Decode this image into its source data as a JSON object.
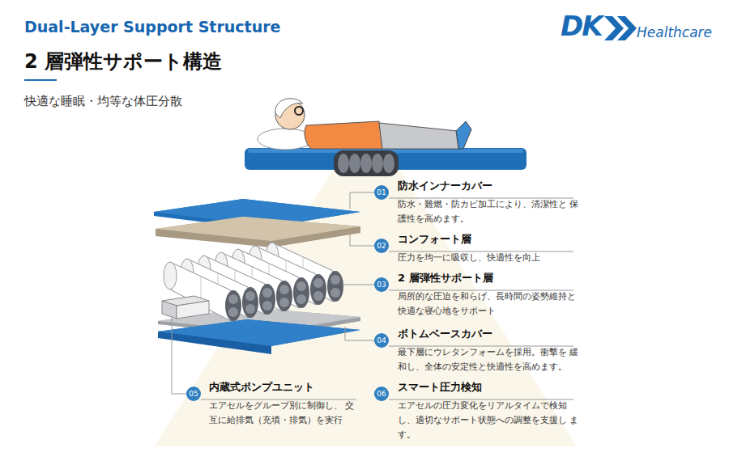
{
  "diagram": {
    "title": "2 層弾性サポート構造",
    "nodes": [
      {
        "text": [
          "01",
          "防水インナーカバー",
          "防水・難燃・防カビ加工により、清潔性と 保護性を高めます。"
        ]
      },
      {
        "text": [
          "02",
          "コンフォート層",
          "圧力を均一に吸収し、快適性を向上"
        ]
      },
      {
        "text": [
          "03",
          "2 層弾性サポート層",
          "局所的な圧迫を和らげ、長時間の姿勢維持と 快適な寝心地をサポート"
        ]
      },
      {
        "text": [
          "04",
          "ボトムベースカバー",
          "最下層にウレタンフォームを採用。衝撃を 緩和し、全体の安定性と快適性を高めます。"
        ]
      },
      {
        "text": [
          "05",
          "内蔵式ポンプユニット",
          "エアセルをグループ別に制御し、 交互に給排気（充填・排気）を実行"
        ]
      },
      {
        "text": [
          "06",
          "スマート圧力検知",
          "エアセルの圧力変化をリアルタイムで検知 し、適切なサポート状態への調整を支援し ます。"
        ]
      }
    ],
    "labels": [
      "Dual-Layer Support Structure",
      "快適な睡眠・均等な体圧分散",
      "DK",
      "Healthcare"
    ]
  }
}
